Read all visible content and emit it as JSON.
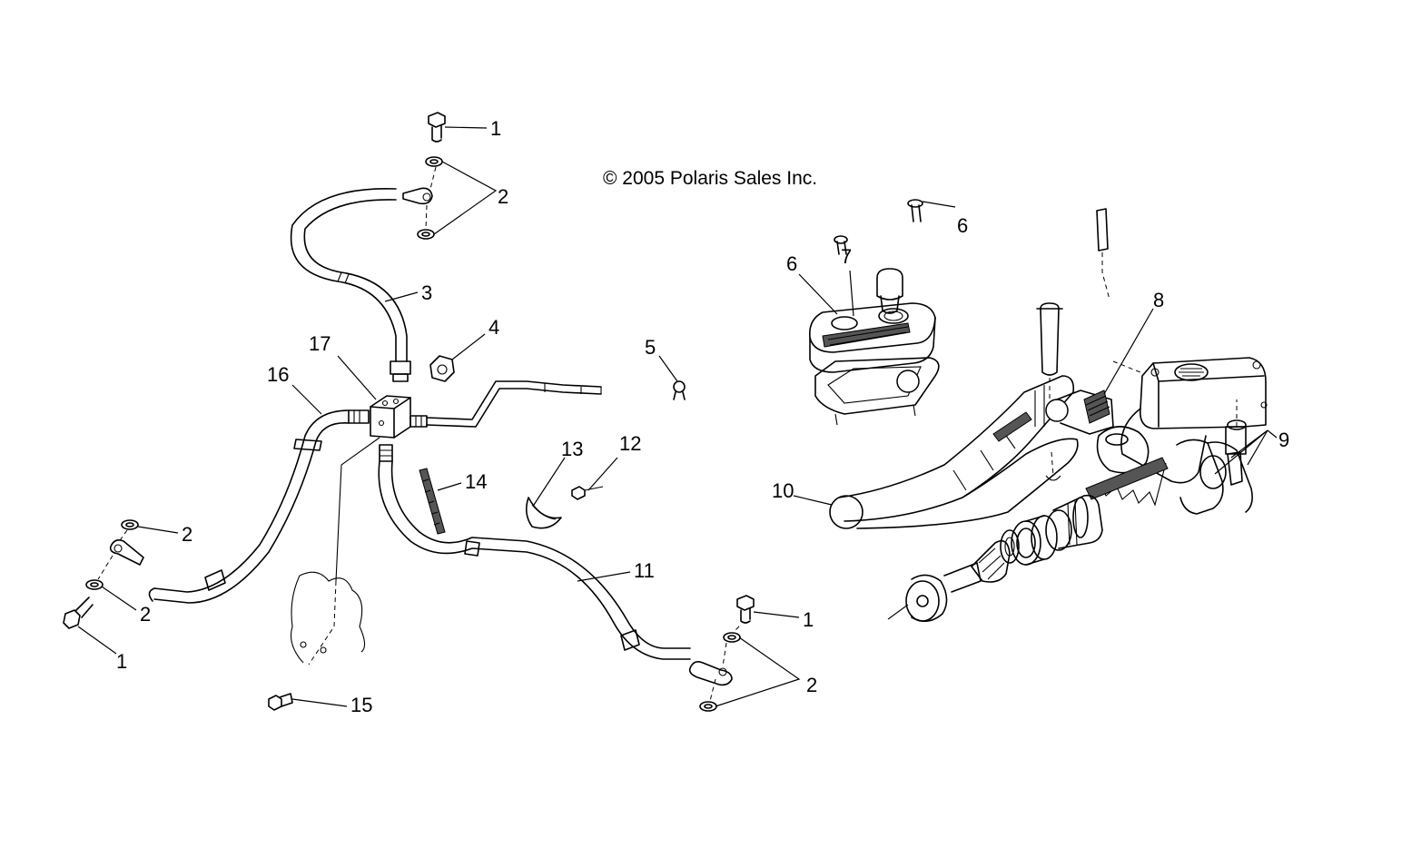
{
  "copyright": "© 2005 Polaris Sales Inc.",
  "callouts": {
    "c1_top": "1",
    "c2_top": "2",
    "c3": "3",
    "c4": "4",
    "c5": "5",
    "c6_left": "6",
    "c6_right": "6",
    "c7": "7",
    "c8": "8",
    "c9": "9",
    "c10": "10",
    "c11": "11",
    "c12": "12",
    "c13": "13",
    "c14": "14",
    "c15": "15",
    "c16": "16",
    "c17": "17",
    "c2_left_upper": "2",
    "c2_left_lower": "2",
    "c1_left": "1",
    "c1_right": "1",
    "c2_right": "2"
  }
}
